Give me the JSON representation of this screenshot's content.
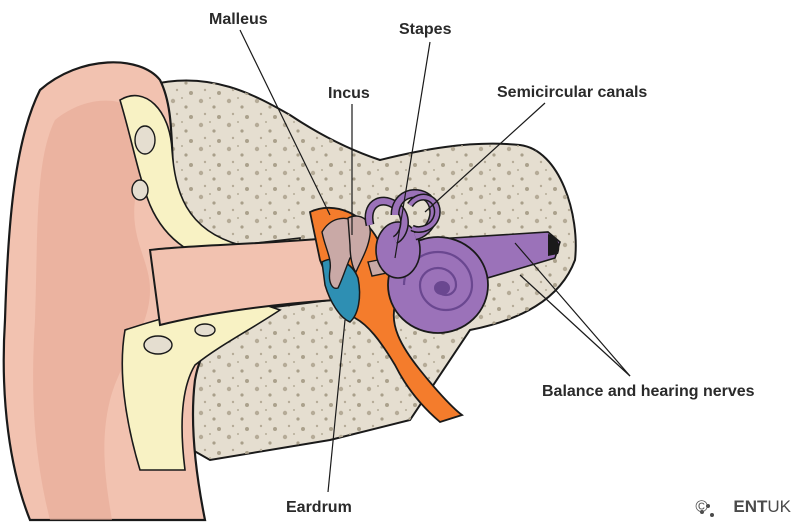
{
  "labels": {
    "malleus": "Malleus",
    "stapes": "Stapes",
    "incus": "Incus",
    "semicircular_canals": "Semicircular canals",
    "nerves": "Balance and hearing nerves",
    "eardrum": "Eardrum"
  },
  "credit": {
    "copyright_symbol": "©",
    "brand_mark": "ENT",
    "brand_suffix": "UK"
  },
  "colors": {
    "skin": "#f2c2b0",
    "skin_shadow": "#e6a794",
    "cartilage": "#f8f2c4",
    "bone": "#e5ded0",
    "bone_dots": "#b5ab97",
    "middle_ear": "#f47c2c",
    "inner_ear": "#9b72b9",
    "inner_ear_dark": "#6a4790",
    "eardrum": "#2e8fb3",
    "ossicles": "#c9a9a6",
    "outline": "#1a1a1a"
  }
}
